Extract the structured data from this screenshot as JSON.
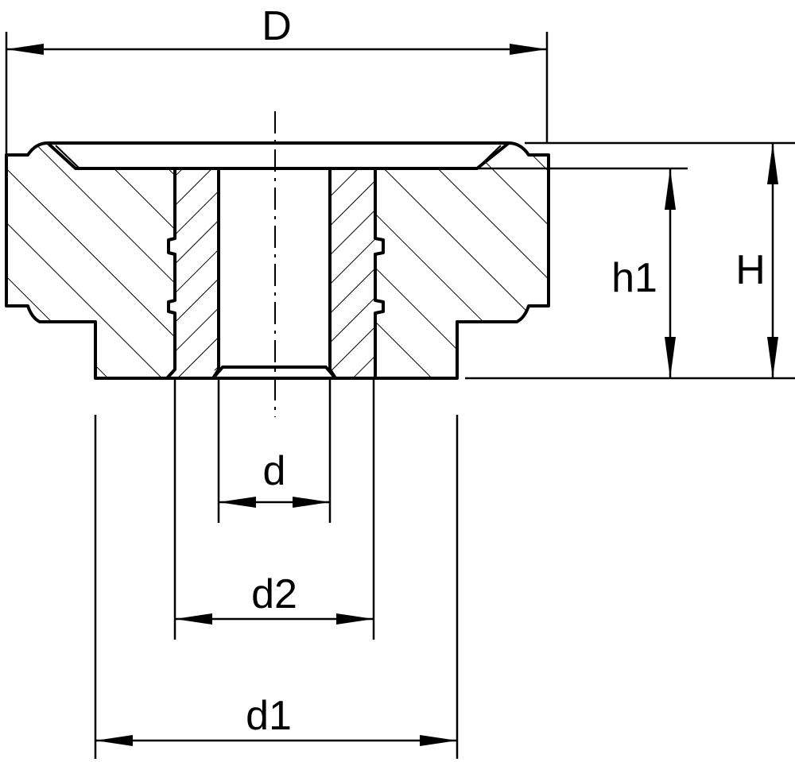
{
  "labels": {
    "D": "D",
    "H": "H",
    "h1": "h1",
    "d": "d",
    "d2": "d2",
    "d1": "d1"
  },
  "colors": {
    "line": "#000000",
    "background": "#ffffff"
  }
}
